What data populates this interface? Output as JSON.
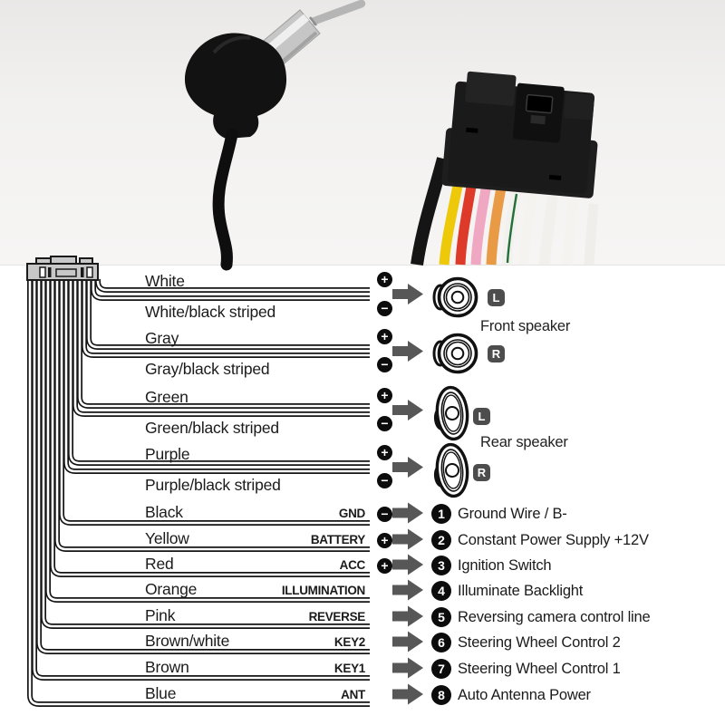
{
  "speakers": {
    "plus_sign": "+",
    "minus_sign": "−",
    "front_label": "Front speaker",
    "rear_label": "Rear speaker",
    "pairs": [
      {
        "positive": "White",
        "negative": "White/black striped",
        "channel": "L"
      },
      {
        "positive": "Gray",
        "negative": "Gray/black striped",
        "channel": "R"
      },
      {
        "positive": "Green",
        "negative": "Green/black striped",
        "channel": "L"
      },
      {
        "positive": "Purple",
        "negative": "Purple/black striped",
        "channel": "R"
      }
    ]
  },
  "power": {
    "rows": [
      {
        "color": "Black",
        "terminal": "GND",
        "sign": "−",
        "num": "1",
        "desc": "Ground Wire / B-"
      },
      {
        "color": "Yellow",
        "terminal": "BATTERY",
        "sign": "+",
        "num": "2",
        "desc": "Constant Power Supply +12V"
      },
      {
        "color": "Red",
        "terminal": "ACC",
        "sign": "+",
        "num": "3",
        "desc": "Ignition Switch"
      },
      {
        "color": "Orange",
        "terminal": "ILLUMINATION",
        "sign": "",
        "num": "4",
        "desc": "Illuminate Backlight"
      },
      {
        "color": "Pink",
        "terminal": "REVERSE",
        "sign": "",
        "num": "5",
        "desc": "Reversing camera control line"
      },
      {
        "color": "Brown/white",
        "terminal": "KEY2",
        "sign": "",
        "num": "6",
        "desc": "Steering Wheel Control 2"
      },
      {
        "color": "Brown",
        "terminal": "KEY1",
        "sign": "",
        "num": "7",
        "desc": "Steering Wheel Control 1"
      },
      {
        "color": "Blue",
        "terminal": "ANT",
        "sign": "",
        "num": "8",
        "desc": "Auto  Antenna Power"
      }
    ]
  },
  "colors": {
    "arrow": "#575757",
    "badge_bg": "#4d4d4d",
    "symbol_bg": "#0c0c0c",
    "wire_line": "#141414"
  }
}
